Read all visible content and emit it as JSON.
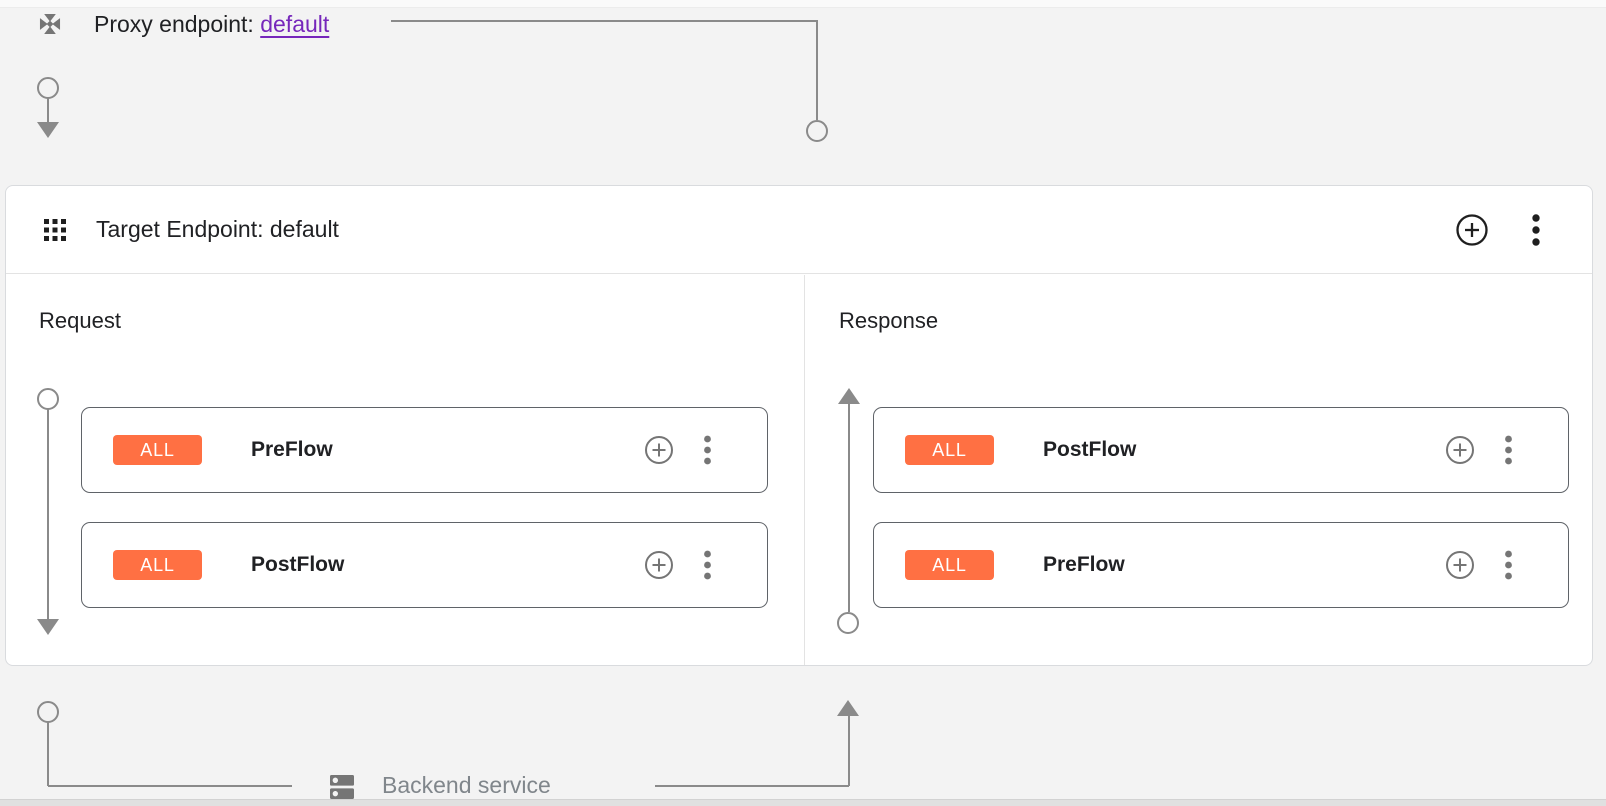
{
  "colors": {
    "badge_orange": "#FF7043",
    "link_purple": "#7627BB",
    "connector_gray": "#8A8A8A"
  },
  "proxy_endpoint": {
    "label": "Proxy endpoint:",
    "link_text": "default"
  },
  "target_endpoint": {
    "title": "Target Endpoint: default"
  },
  "request_panel": {
    "title": "Request",
    "rows": [
      {
        "condition": "ALL",
        "label": "PreFlow"
      },
      {
        "condition": "ALL",
        "label": "PostFlow"
      }
    ]
  },
  "response_panel": {
    "title": "Response",
    "rows": [
      {
        "condition": "ALL",
        "label": "PostFlow"
      },
      {
        "condition": "ALL",
        "label": "PreFlow"
      }
    ]
  },
  "backend": {
    "label": "Backend service"
  }
}
